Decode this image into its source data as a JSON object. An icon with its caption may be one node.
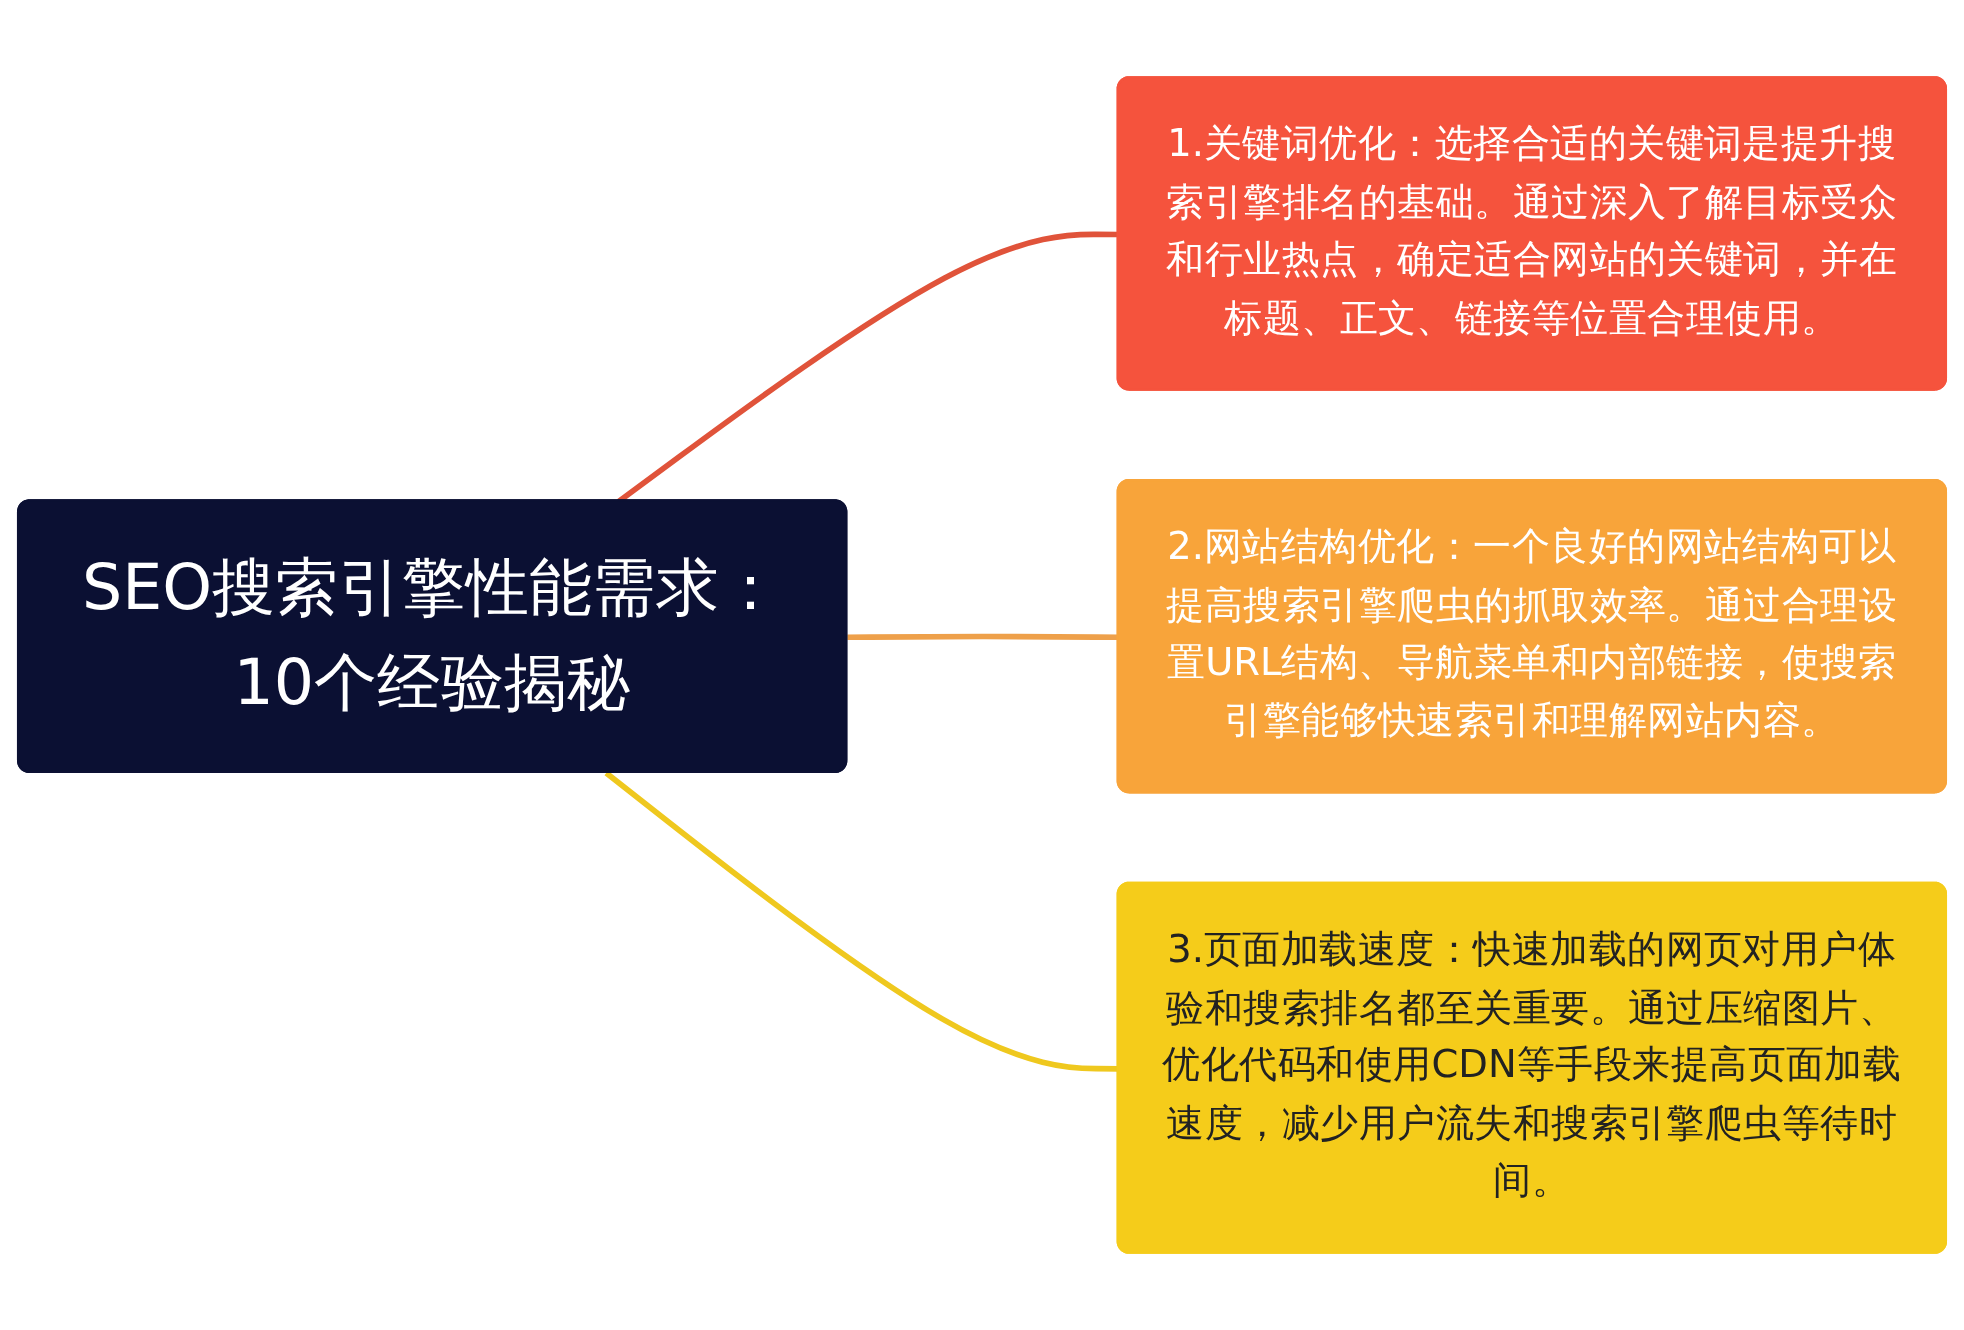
{
  "diagram": {
    "nodes": [
      {
        "text": [
          "SEO搜索引擎性能需求：10个经验揭秘"
        ]
      },
      {
        "text": [
          "1.关键词优化：选择合适的关键词是提升搜索引擎排名的基础。通过深入了解目标受众和行业热点，确定适合网站的关键词，并在标题、正文、链接等位置合理使用。"
        ]
      },
      {
        "text": [
          "2.网站结构优化：一个良好的网站结构可以提高搜索引擎爬虫的抓取效率。通过合理设置URL结构、导航菜单和内部链接，使搜索引擎能够快速索引和理解网站内容。"
        ]
      },
      {
        "text": [
          "3.页面加载速度：快速加载的网页对用户体验和搜索排名都至关重要。通过压缩图片、优化代码和使用CDN等手段来提高页面加载速度，减少用户流失和搜索引擎爬虫等待时间。"
        ]
      }
    ],
    "edges": [
      {
        "from": 0,
        "to": 1,
        "arrow": "none",
        "color": "#e0533a"
      },
      {
        "from": 0,
        "to": 2,
        "arrow": "none",
        "color": "#eea04a"
      },
      {
        "from": 0,
        "to": 3,
        "arrow": "none",
        "color": "#efc81e"
      }
    ]
  }
}
